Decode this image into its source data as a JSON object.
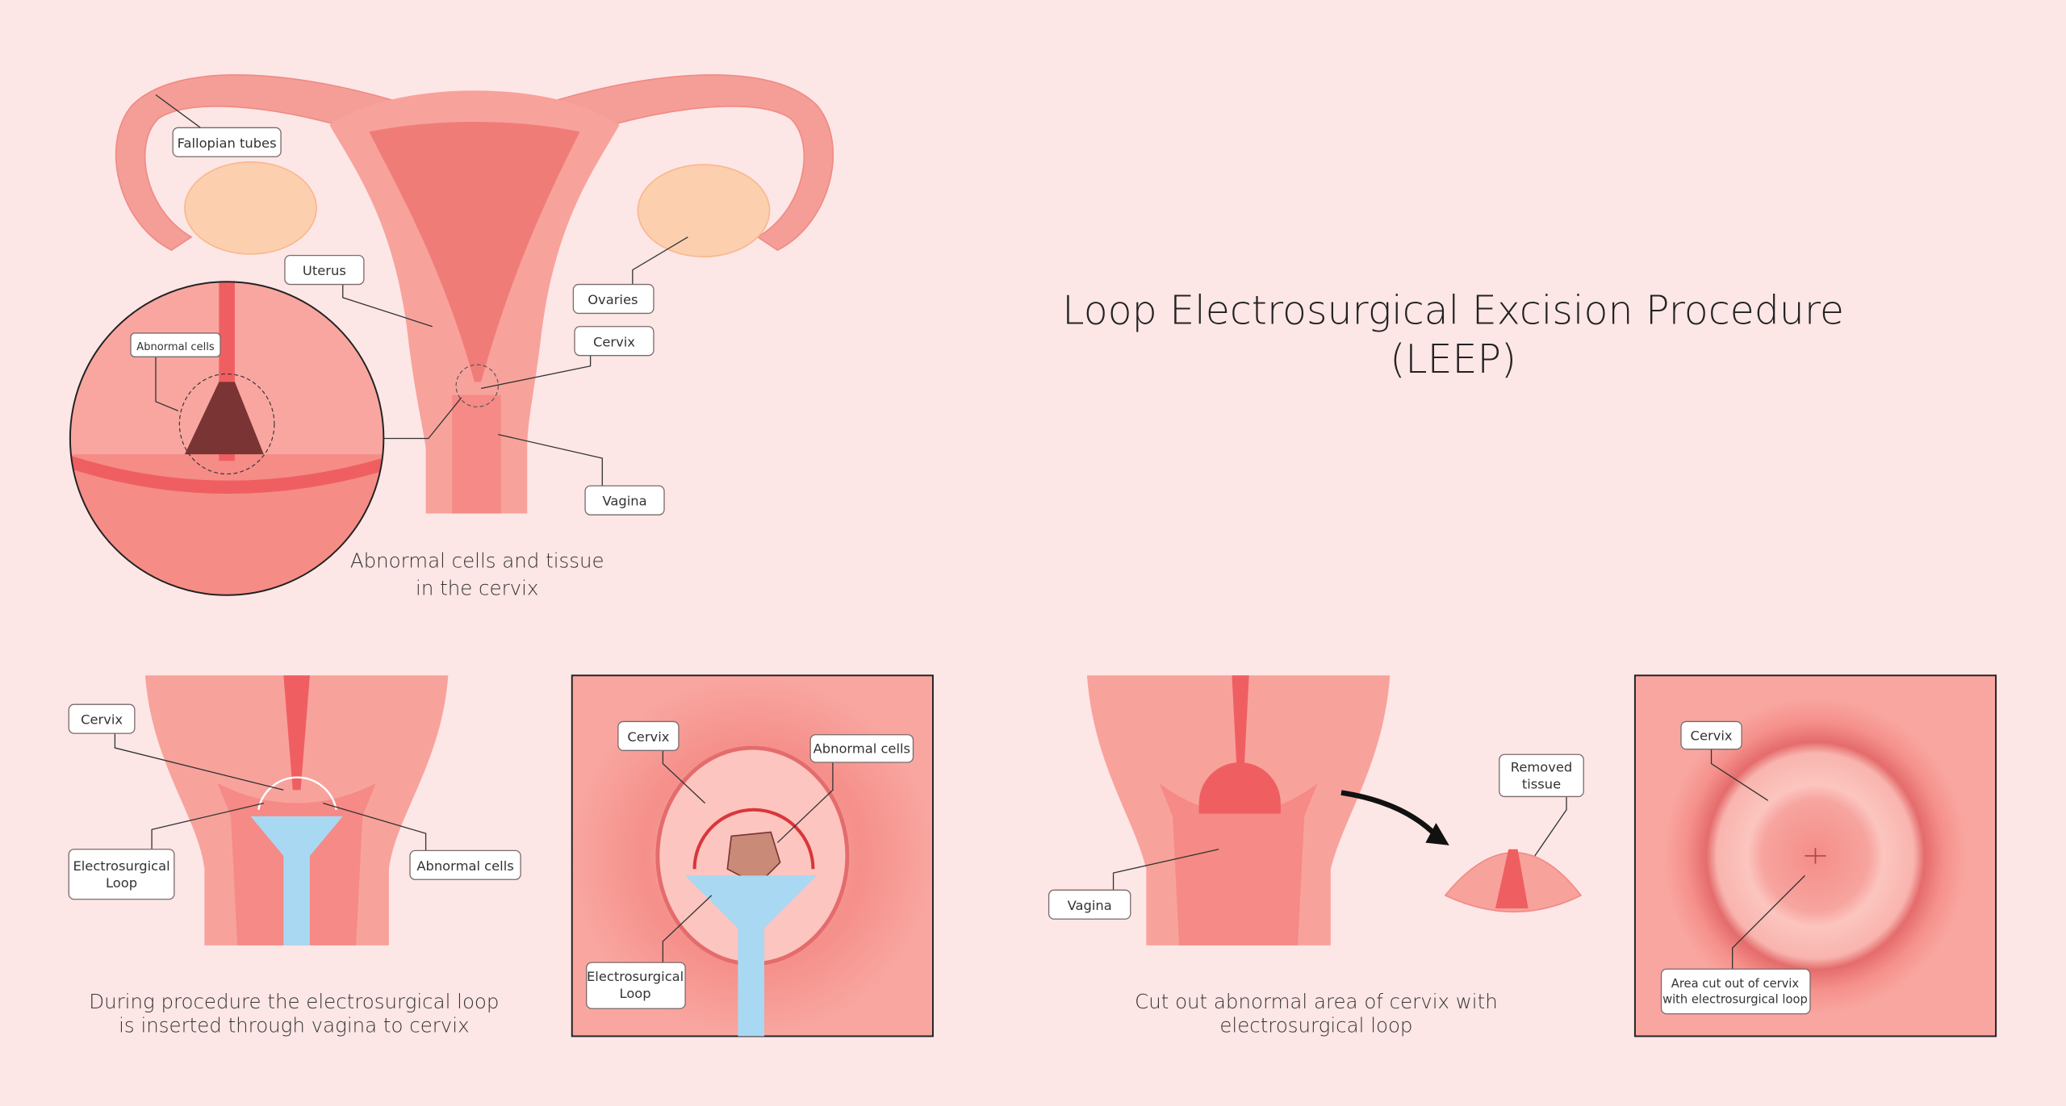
{
  "title": {
    "line1": "Loop Electrosurgical Excision Procedure",
    "line2": "(LEEP)"
  },
  "panel_anatomy": {
    "labels": {
      "fallopian_tubes": "Fallopian tubes",
      "uterus": "Uterus",
      "ovaries": "Ovaries",
      "cervix": "Cervix",
      "vagina": "Vagina",
      "abnormal_cells": "Abnormal cells"
    },
    "caption": {
      "line1": "Abnormal cells and tissue",
      "line2": "in the cervix"
    }
  },
  "panel_insertion": {
    "labels": {
      "cervix": "Cervix",
      "loop_line1": "Electrosurgical",
      "loop_line2": "Loop",
      "abnormal_cells": "Abnormal cells"
    },
    "caption": {
      "line1": "During procedure the electrosurgical loop",
      "line2": "is inserted through vagina to cervix"
    }
  },
  "panel_insertion_closeup": {
    "labels": {
      "cervix": "Cervix",
      "abnormal_cells": "Abnormal cells",
      "loop_line1": "Electrosurgical",
      "loop_line2": "Loop"
    }
  },
  "panel_excision": {
    "labels": {
      "vagina": "Vagina",
      "removed_line1": "Removed",
      "removed_line2": "tissue"
    },
    "caption": {
      "line1": "Cut out abnormal area of cervix with",
      "line2": "electrosurgical loop"
    }
  },
  "panel_result": {
    "labels": {
      "cervix": "Cervix",
      "area_line1": "Area cut out of cervix",
      "area_line2": "with electrosurgical loop"
    }
  },
  "colors": {
    "background": "#fde6e6",
    "tissue": "#f8a29c",
    "tissue_dark": "#f07c78",
    "canal": "#ef5f62",
    "ovary": "#fccfae",
    "loop": "#a9d8f3",
    "abnormal": "#7a3434"
  }
}
